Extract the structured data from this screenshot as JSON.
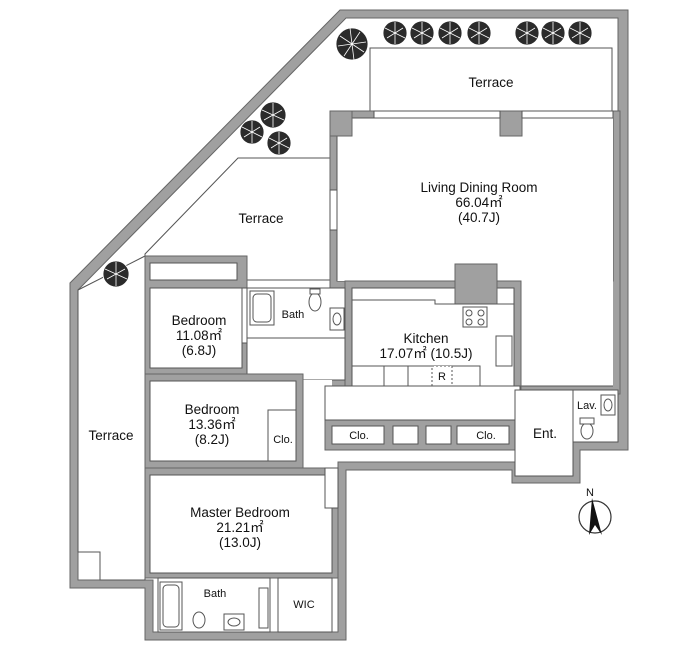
{
  "rooms": {
    "terrace_top": "Terrace",
    "terrace_mid": "Terrace",
    "terrace_left": "Terrace",
    "living_name": "Living Dining Room",
    "living_area": "66.04㎡",
    "living_jo": "(40.7J)",
    "kitchen_name": "Kitchen",
    "kitchen_area": "17.07㎡ (10.5J)",
    "kitchen_fridge": "R",
    "bedroom1_name": "Bedroom",
    "bedroom1_area": "11.08㎡",
    "bedroom1_jo": "(6.8J)",
    "bath1": "Bath",
    "bedroom2_name": "Bedroom",
    "bedroom2_area": "13.36㎡",
    "bedroom2_jo": "(8.2J)",
    "bedroom2_closet": "Clo.",
    "closet_a": "Clo.",
    "closet_b": "Clo.",
    "entrance": "Ent.",
    "lavatory": "Lav.",
    "master_name": "Master Bedroom",
    "master_area": "21.21㎡",
    "master_jo": "(13.0J)",
    "bath2": "Bath",
    "wic": "WIC"
  },
  "compass": {
    "label": "N"
  },
  "colors": {
    "wall": "#a0a0a0",
    "outline": "#555555",
    "plant": "#2b2b2b"
  }
}
